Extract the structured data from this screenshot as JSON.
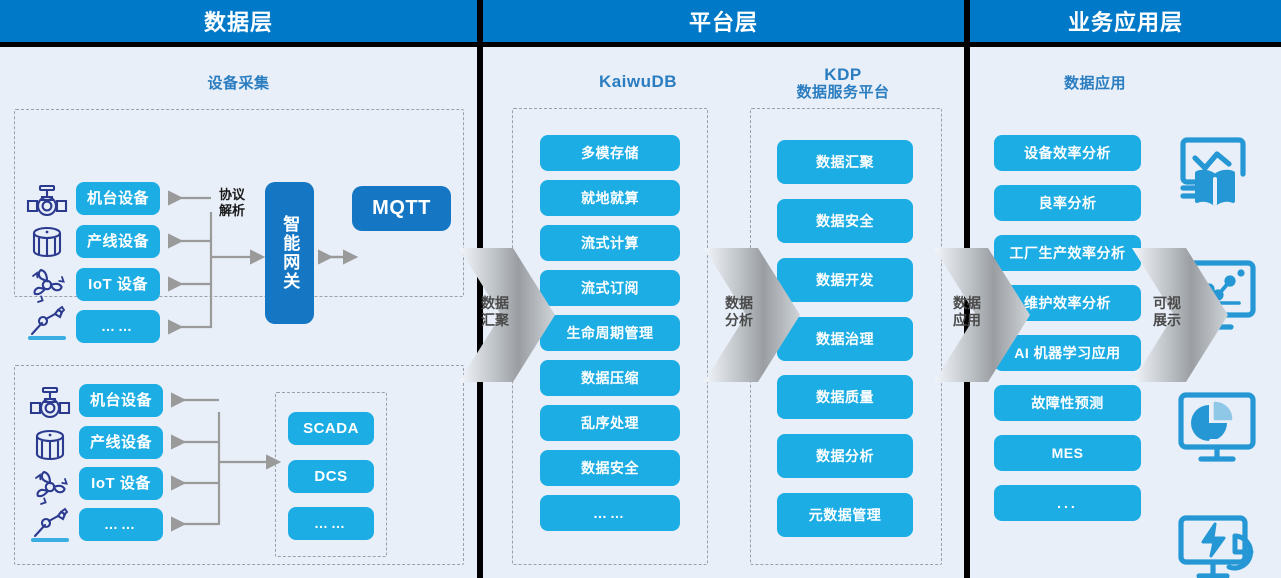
{
  "layers": [
    {
      "id": "data-layer",
      "title": "数据层"
    },
    {
      "id": "platform-layer",
      "title": "平台层"
    },
    {
      "id": "app-layer",
      "title": "业务应用层"
    }
  ],
  "sections": {
    "device_collection": "设备采集",
    "kaiwudb": "KaiwuDB",
    "kdp_line1": "KDP",
    "kdp_line2": "数据服务平台",
    "data_application": "数据应用"
  },
  "data_layer": {
    "group_top": {
      "devices": [
        "机台设备",
        "产线设备",
        "IoT 设备",
        "……"
      ],
      "device_icons": [
        "valve-icon",
        "tank-icon",
        "fan-icon",
        "robot-arm-icon"
      ],
      "protocol_label": "协议\n解析",
      "gateway": "智能网关",
      "mqtt": "MQTT"
    },
    "group_bottom": {
      "devices": [
        "机台设备",
        "产线设备",
        "IoT 设备",
        "……"
      ],
      "device_icons": [
        "valve-icon",
        "tank-icon",
        "fan-icon",
        "robot-arm-icon"
      ],
      "systems": [
        "SCADA",
        "DCS",
        "……"
      ]
    }
  },
  "platform_layer": {
    "kaiwudb_items": [
      "多模存储",
      "就地就算",
      "流式计算",
      "流式订阅",
      "生命周期管理",
      "数据压缩",
      "乱序处理",
      "数据安全",
      "……"
    ],
    "kdp_items": [
      "数据汇聚",
      "数据安全",
      "数据开发",
      "数据治理",
      "数据质量",
      "数据分析",
      "元数据管理"
    ]
  },
  "app_layer": {
    "items": [
      "设备效率分析",
      "良率分析",
      "工厂生产效率分析",
      "维护效率分析",
      "AI 机器学习应用",
      "故障性预测",
      "MES",
      "..."
    ],
    "display_icons": [
      "presentation-chart-book-icon",
      "monitor-line-chart-icon",
      "monitor-pie-chart-icon",
      "monitor-energy-gauge-icon"
    ]
  },
  "flow_arrows": [
    {
      "id": "arrow-data-aggregation",
      "label": "数据\n汇聚"
    },
    {
      "id": "arrow-data-analysis",
      "label": "数据\n分析"
    },
    {
      "id": "arrow-data-application",
      "label": "数据\n应用"
    },
    {
      "id": "arrow-visualization",
      "label": "可视\n展示"
    }
  ],
  "colors": {
    "header_blue": "#0079c8",
    "pill_cyan": "#1cade4",
    "pill_dark_blue": "#1577c4",
    "panel_bg": "#e8eff8",
    "title_blue": "#2a7dc0",
    "connector_gray": "#9a9a9a",
    "icon_navy": "#2b3a8f"
  }
}
